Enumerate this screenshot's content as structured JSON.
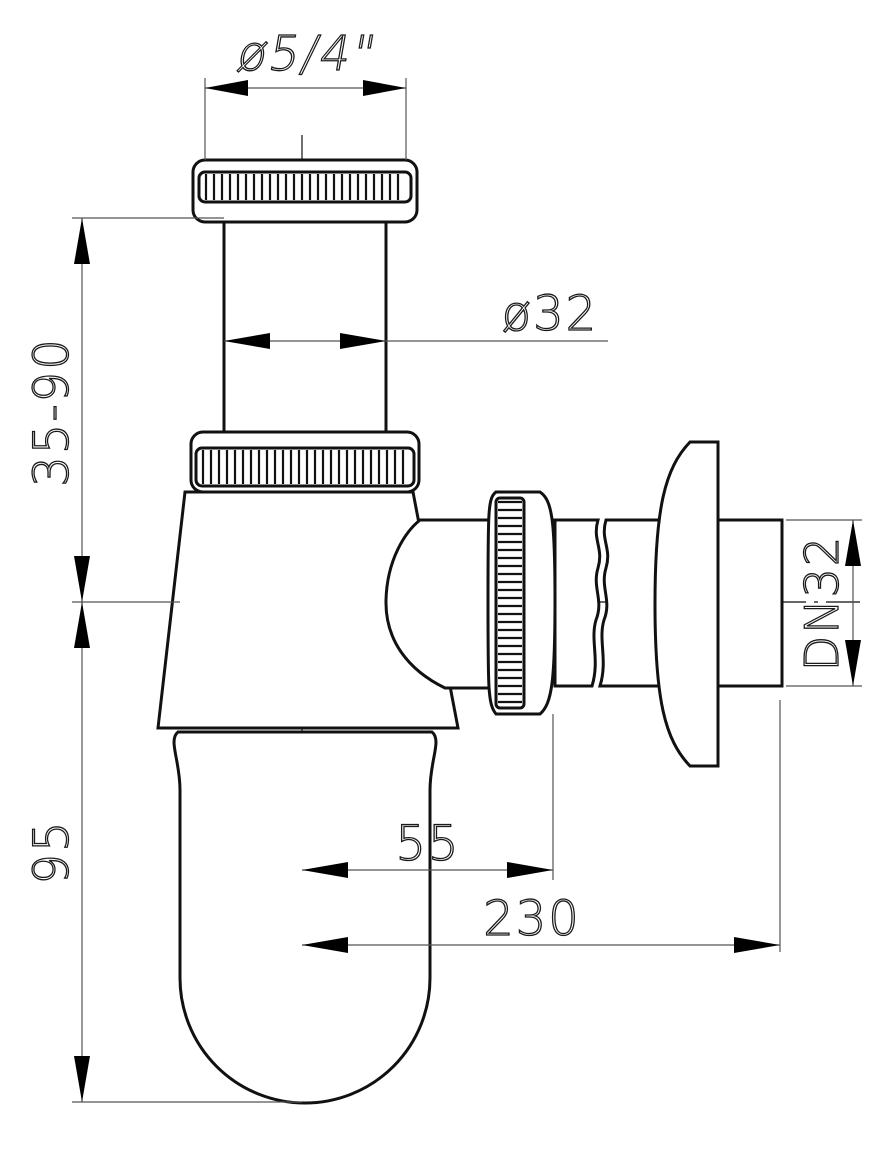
{
  "drawing": {
    "title": "",
    "dimensions": {
      "thread_diameter": "ø5/4\"",
      "pipe_diameter": "ø32",
      "height_adjust": "35-90",
      "trap_depth": "95",
      "outlet_size": "DN32",
      "offset_55": "55",
      "overall_230": "230"
    }
  }
}
